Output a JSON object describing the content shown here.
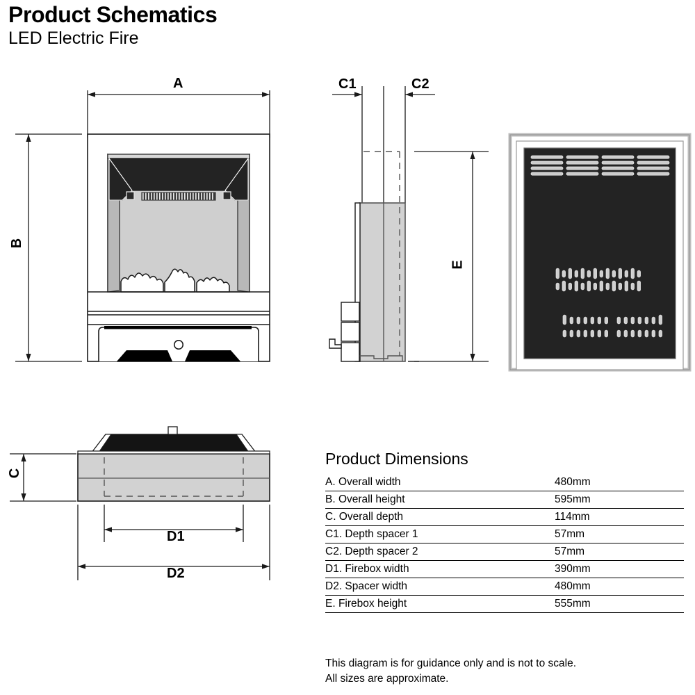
{
  "header": {
    "title": "Product Schematics",
    "subtitle": "LED Electric Fire"
  },
  "dimension_labels": {
    "a": "A",
    "b": "B",
    "c": "C",
    "c1": "C1",
    "c2": "C2",
    "d1": "D1",
    "d2": "D2",
    "e": "E"
  },
  "dimensions_panel": {
    "title": "Product Dimensions",
    "rows": [
      {
        "label": "A. Overall width",
        "value": "480mm"
      },
      {
        "label": "B. Overall height",
        "value": "595mm"
      },
      {
        "label": "C. Overall depth",
        "value": "114mm"
      },
      {
        "label": "C1. Depth spacer 1",
        "value": "57mm"
      },
      {
        "label": "C2. Depth spacer 2",
        "value": "57mm"
      },
      {
        "label": "D1. Firebox width",
        "value": "390mm"
      },
      {
        "label": "D2. Spacer width",
        "value": "480mm"
      },
      {
        "label": "E. Firebox height",
        "value": "555mm"
      }
    ]
  },
  "footnote": {
    "line1": "This diagram is for guidance only and is not to scale.",
    "line2": "All sizes are approximate."
  },
  "views": {
    "front": "front-elevation-view",
    "side": "side-elevation-view",
    "rear": "rear-elevation-view",
    "top": "top-plan-view"
  },
  "colors": {
    "line": "#1a1a1a",
    "dark_panel": "#232323",
    "black": "#000000",
    "light_grey": "#d2d2d2",
    "mid_grey": "#c9c9c9",
    "pale_grey": "#e3e3e3",
    "frame_grey": "#bdbdbd",
    "white": "#ffffff"
  }
}
